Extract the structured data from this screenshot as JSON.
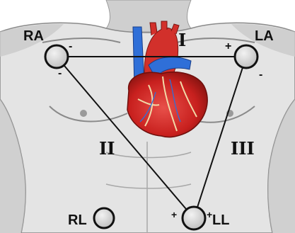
{
  "electrodes": {
    "ra": {
      "label": "RA",
      "sign": "-"
    },
    "la": {
      "label": "LA",
      "sign_left": "+",
      "sign_below": "-"
    },
    "ll": {
      "label": "LL",
      "sign_left": "+",
      "sign_right": "+"
    },
    "rl": {
      "label": "RL"
    },
    "ra_lower_sign": "-"
  },
  "leads": {
    "lead_1": "I",
    "lead_2": "II",
    "lead_3": "III"
  },
  "colors": {
    "wire": "#111111",
    "electrode_fill": "#d9d9d9",
    "electrode_stroke": "#111111",
    "heart_red": "#c8201e",
    "vessel_blue": "#2f6fd8",
    "skin_shade": "#8a8a8a"
  }
}
